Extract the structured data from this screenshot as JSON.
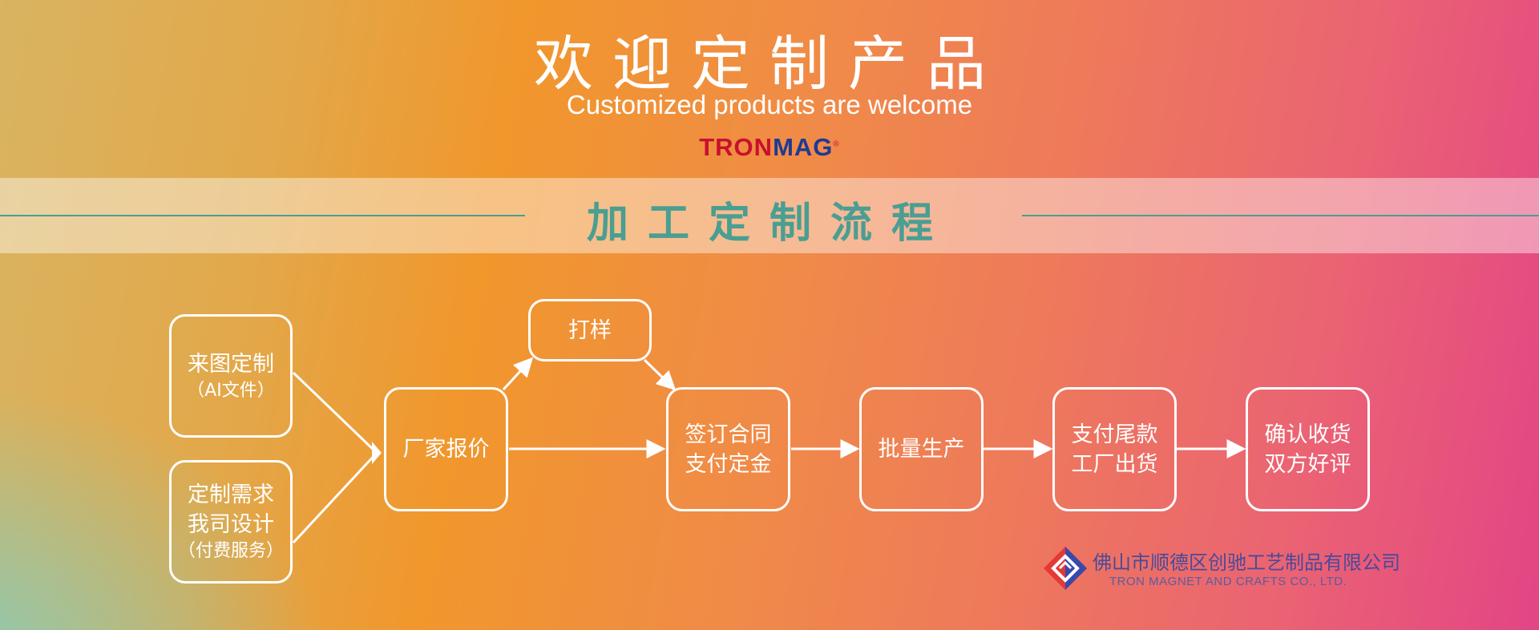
{
  "header": {
    "title_zh": "欢迎定制产品",
    "title_en": "Customized products are welcome",
    "logo_part1": "TRON",
    "logo_part2": "MAG",
    "logo_mark": "®"
  },
  "section": {
    "title": "加工定制流程"
  },
  "flow": {
    "input_1_line1": "来图定制",
    "input_1_line2": "（AI文件）",
    "input_2_line1": "定制需求",
    "input_2_line2": "我司设计",
    "input_2_line3": "（付费服务）",
    "quote": "厂家报价",
    "sample": "打样",
    "contract_line1": "签订合同",
    "contract_line2": "支付定金",
    "production": "批量生产",
    "payment_line1": "支付尾款",
    "payment_line2": "工厂出货",
    "confirm_line1": "确认收货",
    "confirm_line2": "双方好评"
  },
  "company": {
    "name_zh": "佛山市顺德区创驰工艺制品有限公司",
    "name_en": "TRON MAGNET AND CRAFTS CO., LTD.",
    "logo_icon": "tron-diamond-logo-icon"
  },
  "colors": {
    "accent_teal": "#4a9e92",
    "logo_red": "#c8102e",
    "logo_blue": "#1f3a93"
  }
}
